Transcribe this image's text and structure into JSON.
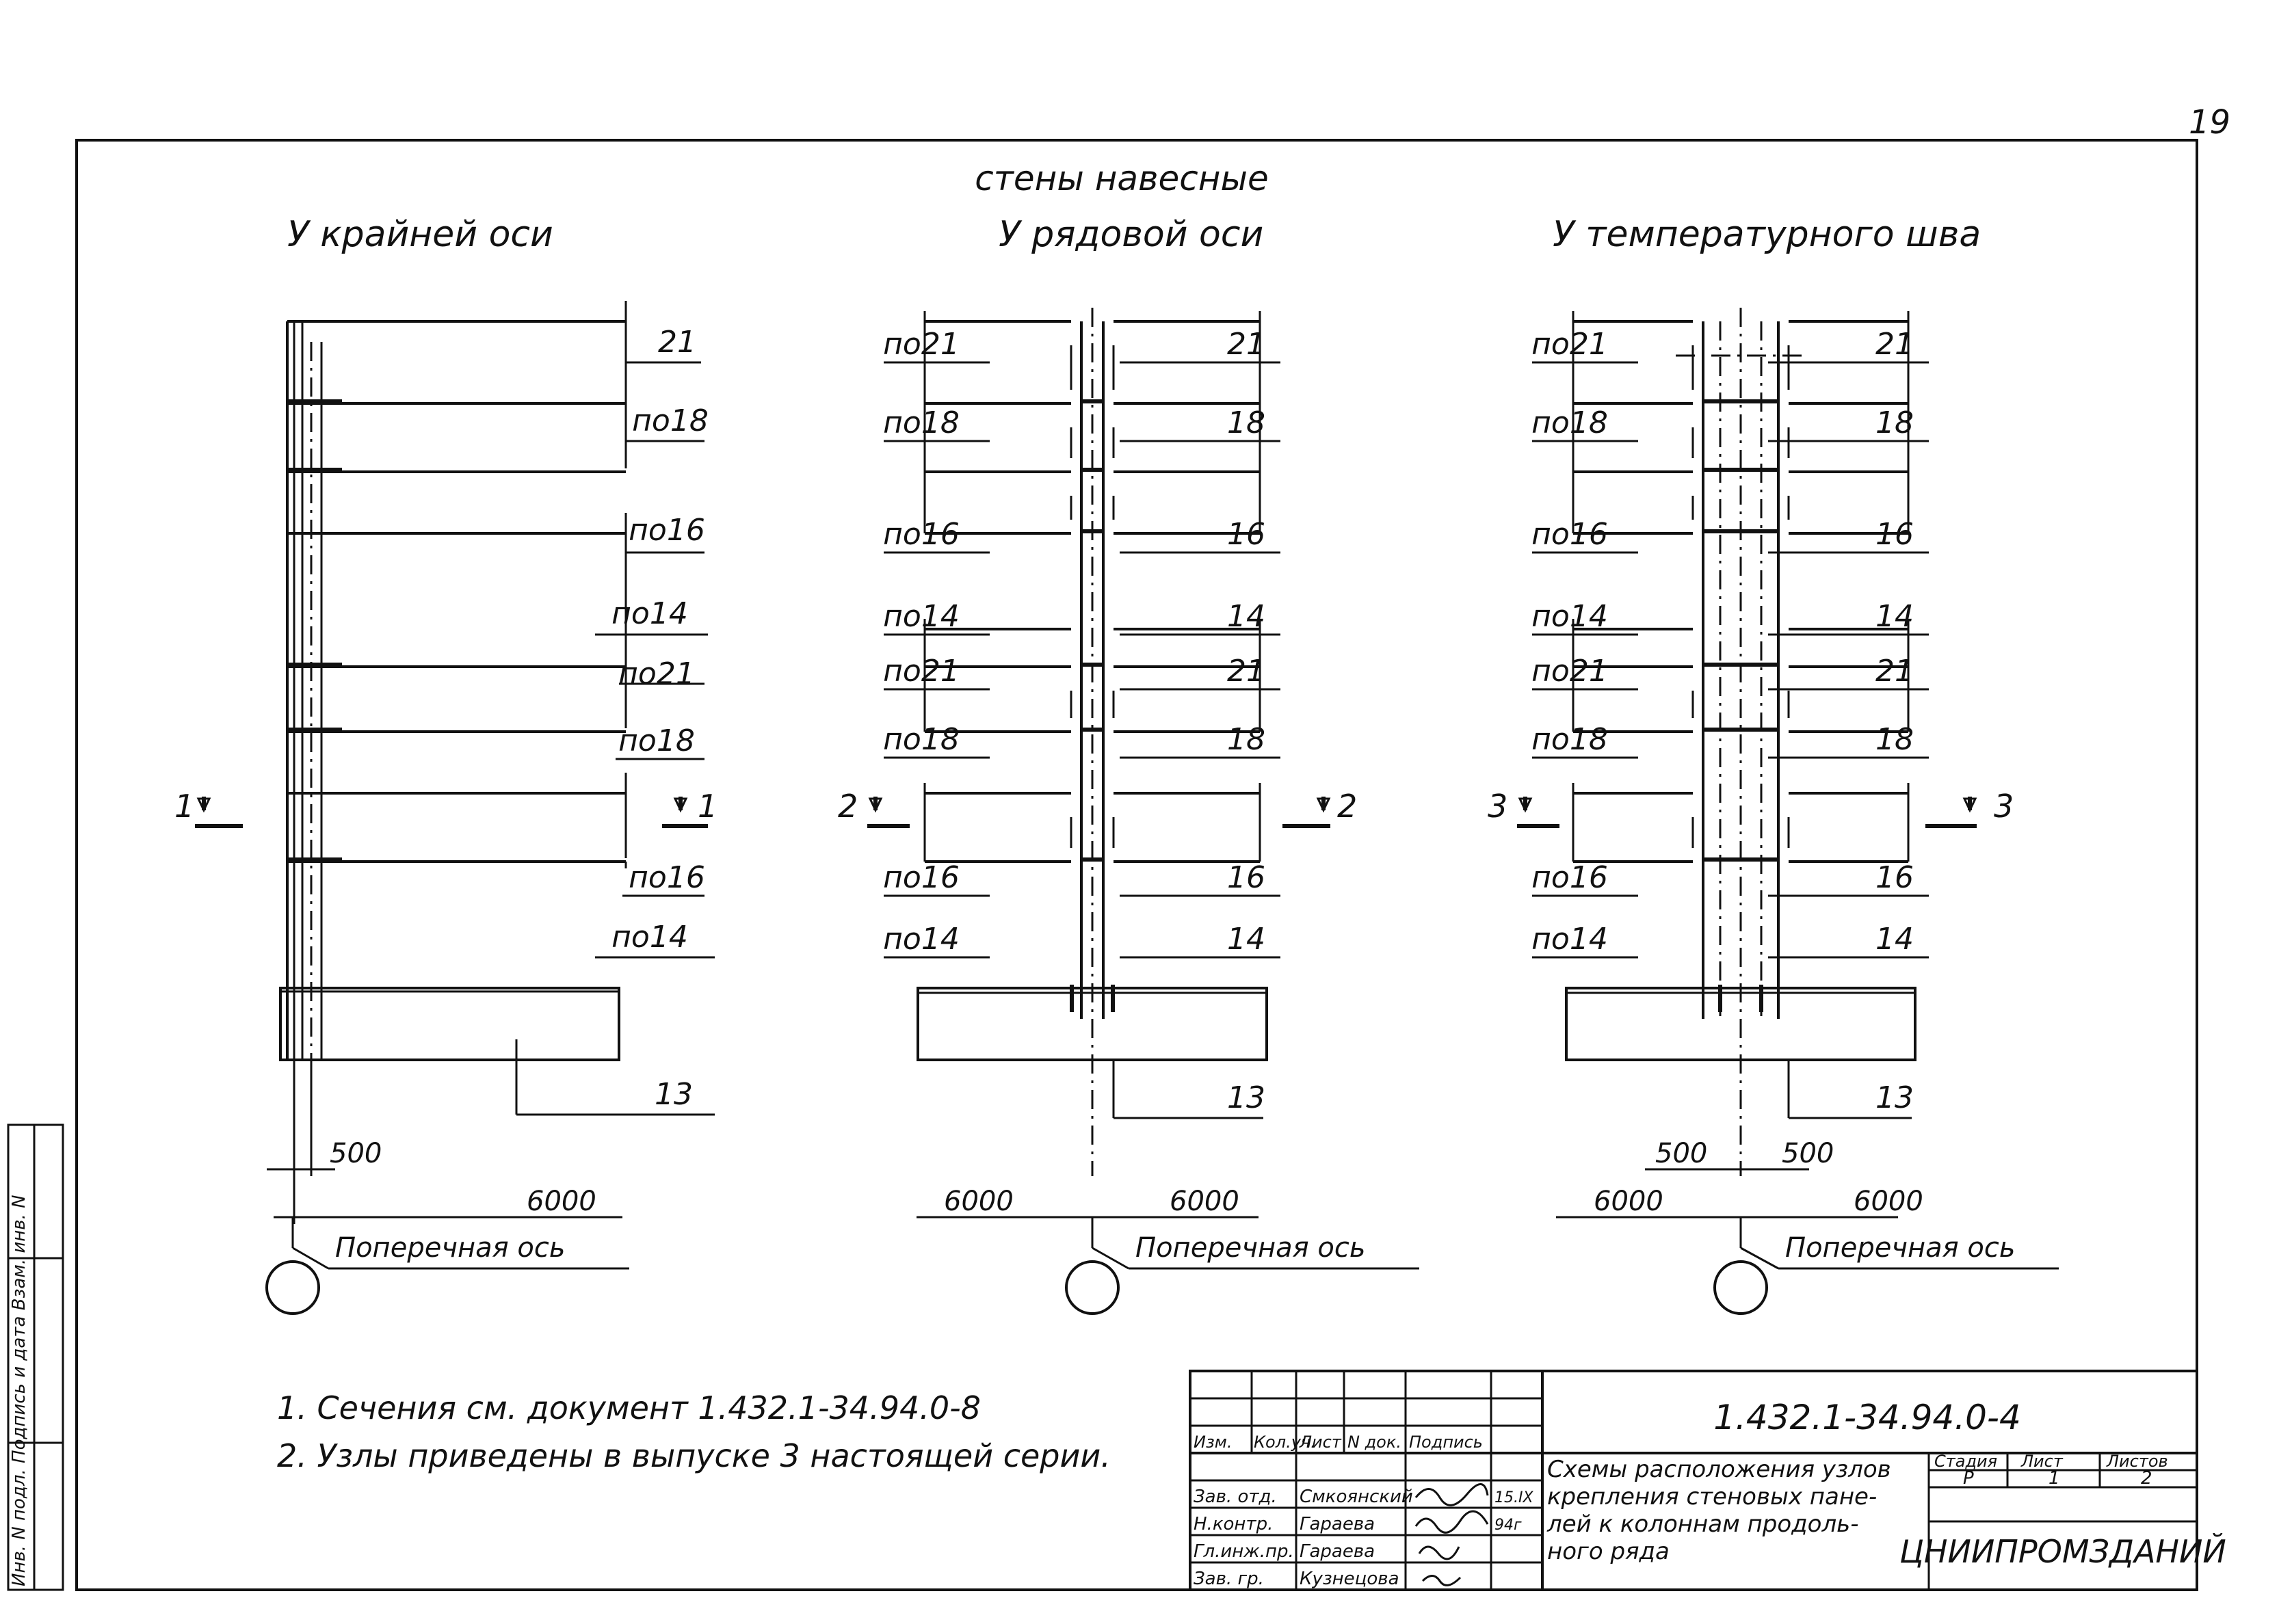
{
  "page_number": "19",
  "title": "стены навесные",
  "views": {
    "edge": {
      "heading": "У крайней оси",
      "section": "1",
      "labels": [
        "21",
        "по18",
        "по16",
        "по14",
        "по21",
        "по18",
        "по16",
        "по14",
        "13"
      ],
      "dim_offset": "500",
      "dim_span": "6000",
      "axis_label": "Поперечная ось"
    },
    "ordinary": {
      "heading": "У рядовой оси",
      "section": "2",
      "left_labels": [
        "по21",
        "по18",
        "по16",
        "по14",
        "по21",
        "по18",
        "по16",
        "по14"
      ],
      "right_labels": [
        "21",
        "18",
        "16",
        "14",
        "21",
        "18",
        "16",
        "14",
        "13"
      ],
      "dim_left": "6000",
      "dim_right": "6000",
      "axis_label": "Поперечная ось"
    },
    "joint": {
      "heading": "У температурного шва",
      "section": "3",
      "left_labels": [
        "по21",
        "по18",
        "по16",
        "по14",
        "по21",
        "по18",
        "по16",
        "по14"
      ],
      "right_labels": [
        "21",
        "18",
        "16",
        "14",
        "21",
        "18",
        "16",
        "14",
        "13"
      ],
      "dim_offset_left": "500",
      "dim_offset_right": "500",
      "dim_left": "6000",
      "dim_right": "6000",
      "axis_label": "Поперечная ось"
    }
  },
  "notes": [
    "1. Сечения   см. документ 1.432.1-34.94.0-8",
    "2. Узлы  приведены в выпуске 3 настоящей серии."
  ],
  "side_stamp": "Инв. N подл.  Подпись и дата  Взам. инв. N",
  "title_block": {
    "doc_number": "1.432.1-34.94.0-4",
    "col_headers": [
      "Изм.",
      "Кол.уч.",
      "Лист",
      "N док.",
      "Подпись"
    ],
    "rows": [
      {
        "role": "Зав. отд.",
        "name": "Смкоянский",
        "date": "15.IX"
      },
      {
        "role": "Н.контр.",
        "name": "Гараева",
        "date": "94г"
      },
      {
        "role": "Гл.инж.пр.",
        "name": "Гараева",
        "date": ""
      },
      {
        "role": "Зав. гр.",
        "name": "Кузнецова",
        "date": ""
      }
    ],
    "description": [
      "Схемы расположения узлов",
      "крепления стеновых пане-",
      "лей к колоннам продоль-",
      "ного ряда"
    ],
    "stage_header": "Стадия",
    "stage": "Р",
    "sheet_header": "Лист",
    "sheet": "1",
    "sheets_header": "Листов",
    "sheets": "2",
    "organization": "ЦНИИПРОМЗДАНИЙ"
  }
}
